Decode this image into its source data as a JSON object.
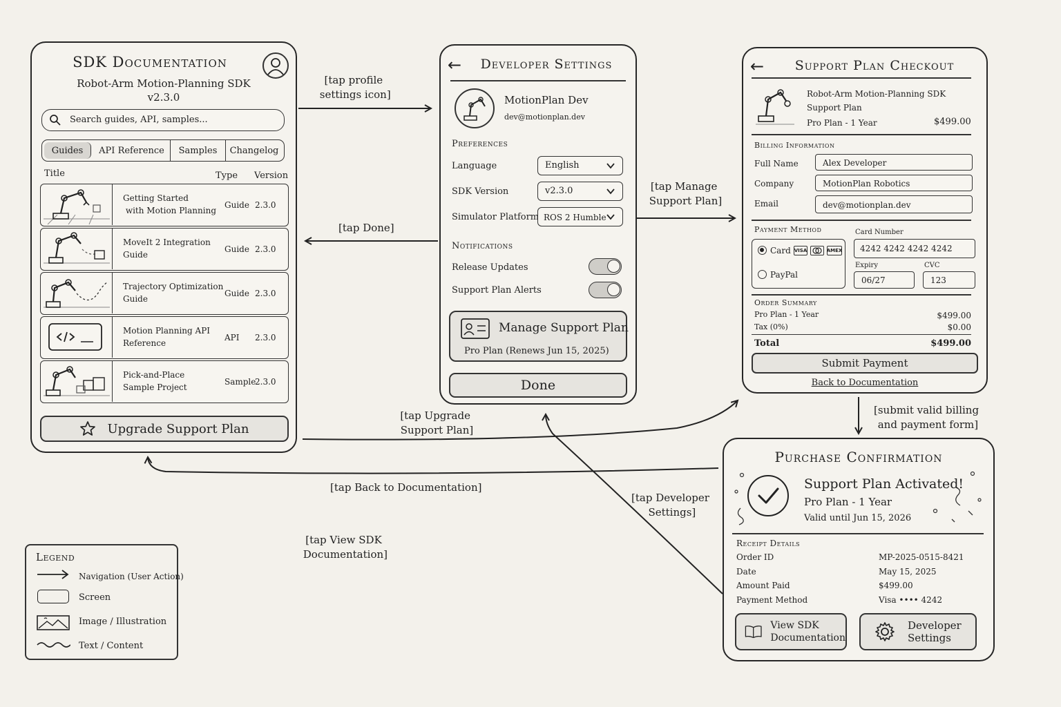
{
  "sdk_docs": {
    "title": "SDK Documentation",
    "subtitle": "Robot-Arm Motion-Planning SDK",
    "version": "v2.3.0",
    "search_placeholder": "Search guides, API, samples...",
    "tabs": [
      "Guides",
      "API Reference",
      "Samples",
      "Changelog"
    ],
    "columns": {
      "title": "Title",
      "type": "Type",
      "version": "Version"
    },
    "rows": [
      {
        "title": "Getting Started\n with Motion Planning",
        "type": "Guide",
        "version": "2.3.0",
        "thumb": "robot-arm-illustration"
      },
      {
        "title": "MoveIt 2 Integration\nGuide",
        "type": "Guide",
        "version": "2.3.0",
        "thumb": "robot-arm-illustration"
      },
      {
        "title": "Trajectory Optimization\nGuide",
        "type": "Guide",
        "version": "2.3.0",
        "thumb": "robot-arm-illustration"
      },
      {
        "title": "Motion Planning API\nReference",
        "type": "API",
        "version": "2.3.0",
        "thumb": "code-icon"
      },
      {
        "title": "Pick-and-Place\nSample Project",
        "type": "Sample",
        "version": "2.3.0",
        "thumb": "robot-arm-illustration"
      }
    ],
    "upgrade_label": "Upgrade Support Plan"
  },
  "dev_settings": {
    "title": "Developer Settings",
    "profile_name": "MotionPlan Dev",
    "profile_email": "dev@motionplan.dev",
    "preferences_heading": "Preferences",
    "language_label": "Language",
    "language_value": "English",
    "sdk_version_label": "SDK Version",
    "sdk_version_value": "v2.3.0",
    "simulator_label": "Simulator Platform",
    "simulator_value": "ROS 2 Humble",
    "notifications_heading": "Notifications",
    "release_updates_label": "Release Updates",
    "release_updates_on": true,
    "support_alerts_label": "Support Plan Alerts",
    "support_alerts_on": true,
    "manage_label": "Manage Support Plan",
    "manage_sub": "Pro Plan (Renews Jun 15, 2025)",
    "done_label": "Done"
  },
  "checkout": {
    "title": "Support Plan Checkout",
    "product_line1": "Robot-Arm Motion-Planning SDK",
    "product_line2": "Support Plan",
    "product_plan": "Pro Plan - 1 Year",
    "product_price": "$499.00",
    "billing_heading": "Billing Information",
    "full_name_label": "Full Name",
    "full_name_value": "Alex Developer",
    "company_label": "Company",
    "company_value": "MotionPlan Robotics",
    "email_label": "Email",
    "email_value": "dev@motionplan.dev",
    "payment_heading": "Payment Method",
    "card_option": "Card",
    "card_brands": [
      "VISA",
      "MC",
      "AMEX"
    ],
    "paypal_option": "PayPal",
    "card_number_label": "Card Number",
    "card_number_value": "4242 4242 4242 4242",
    "expiry_label": "Expiry",
    "expiry_value": "06/27",
    "cvc_label": "CVC",
    "cvc_value": "123",
    "summary_heading": "Order Summary",
    "summary_plan_label": "Pro Plan - 1 Year",
    "summary_plan_value": "$499.00",
    "summary_tax_label": "Tax (0%)",
    "summary_tax_value": "$0.00",
    "summary_total_label": "Total",
    "summary_total_value": "$499.00",
    "submit_label": "Submit Payment",
    "back_link": "Back to Documentation"
  },
  "confirmation": {
    "title": "Purchase Confirmation",
    "activated": "Support Plan Activated!",
    "plan": "Pro Plan - 1 Year",
    "valid_until": "Valid until Jun 15, 2026",
    "receipt_heading": "Receipt Details",
    "order_id_label": "Order ID",
    "order_id_value": "MP-2025-0515-8421",
    "date_label": "Date",
    "date_value": "May 15, 2025",
    "amount_label": "Amount Paid",
    "amount_value": "$499.00",
    "method_label": "Payment Method",
    "method_value": "Visa •••• 4242",
    "view_docs_label": "View SDK\nDocumentation",
    "dev_settings_label": "Developer\nSettings"
  },
  "flows": {
    "tap_profile": "[tap profile\n settings icon]",
    "tap_done": "[tap Done]",
    "tap_manage": "[tap Manage\n Support Plan]",
    "tap_upgrade": "[tap Upgrade\n Support Plan]",
    "submit_valid": "[submit valid billing\n and payment form]",
    "tap_back": "[tap Back to Documentation]",
    "tap_dev_settings": "[tap Developer\n Settings]",
    "tap_view_sdk": "[tap View SDK\n Documentation]"
  },
  "legend": {
    "title": "Legend",
    "navigation": "Navigation (User Action)",
    "screen": "Screen",
    "image": "Image / Illustration",
    "text": "Text / Content"
  }
}
